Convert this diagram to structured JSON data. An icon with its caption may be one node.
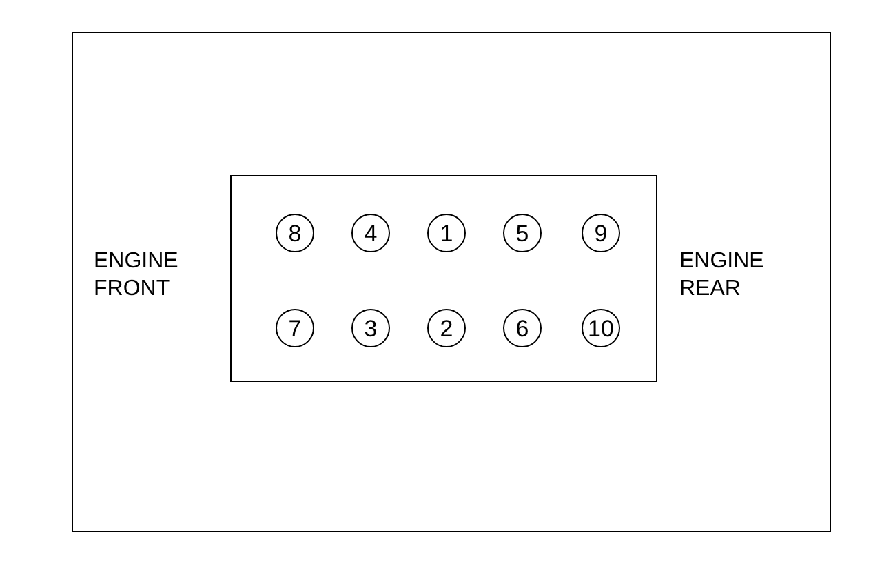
{
  "diagram": {
    "nodes": [
      {
        "text": [],
        "shape": "box"
      },
      {
        "text": [
          "8"
        ],
        "in": 0
      },
      {
        "text": [
          "4"
        ],
        "in": 0
      },
      {
        "text": [
          "1"
        ],
        "in": 0
      },
      {
        "text": [
          "5"
        ],
        "in": 0
      },
      {
        "text": [
          "9"
        ],
        "in": 0
      },
      {
        "text": [
          "7"
        ],
        "in": 0
      },
      {
        "text": [
          "3"
        ],
        "in": 0
      },
      {
        "text": [
          "2"
        ],
        "in": 0
      },
      {
        "text": [
          "6"
        ],
        "in": 0
      },
      {
        "text": [
          "10"
        ],
        "in": 0
      }
    ],
    "labels": [
      "ENGINE FRONT",
      "ENGINE REAR"
    ]
  }
}
